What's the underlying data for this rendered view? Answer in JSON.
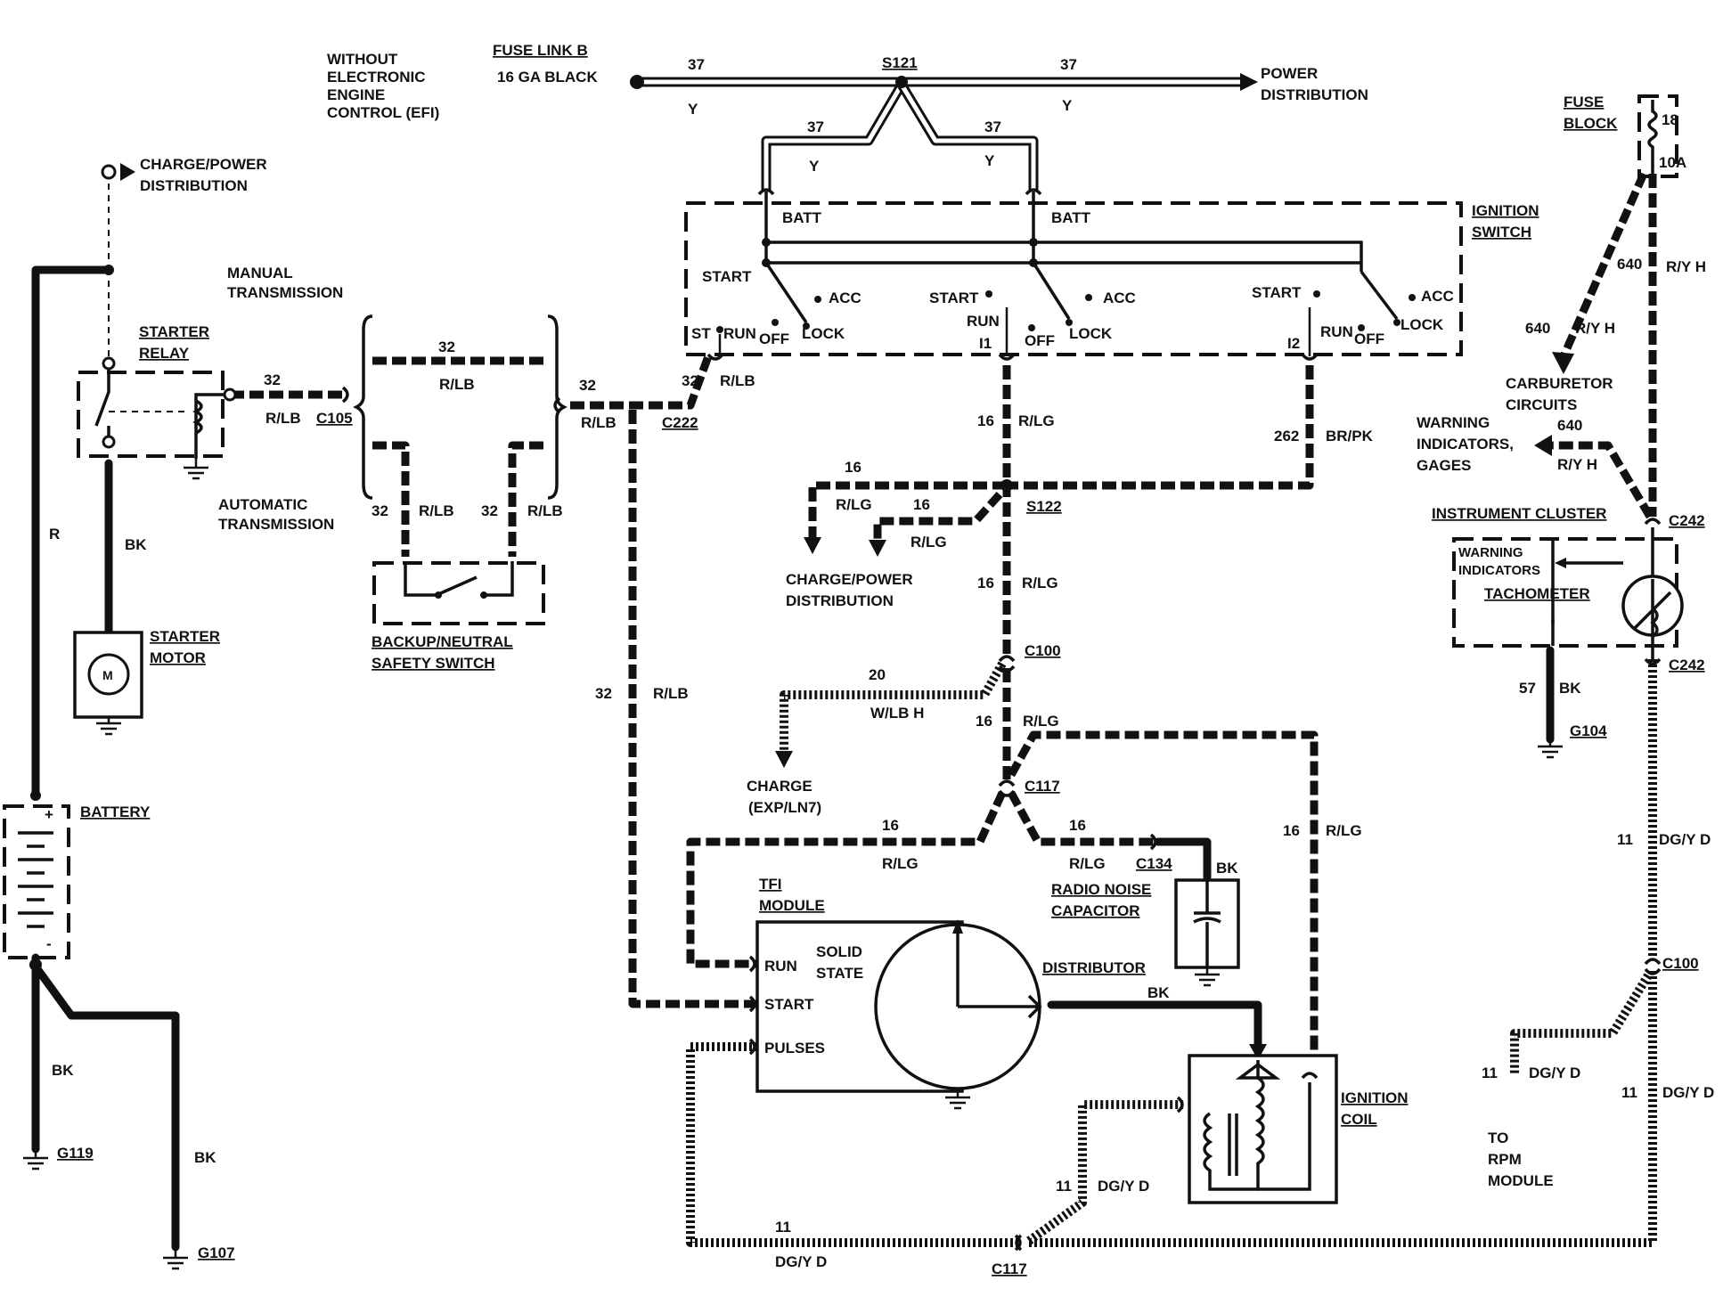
{
  "header": {
    "without_efi": [
      "WITHOUT",
      "ELECTRONIC",
      "ENGINE",
      "CONTROL (EFI)"
    ],
    "fuse_link": [
      "FUSE LINK B",
      "16 GA BLACK"
    ],
    "power_distribution": [
      "POWER",
      "DISTRIBUTION"
    ]
  },
  "components": {
    "charge_power_top": [
      "CHARGE/POWER",
      "DISTRIBUTION"
    ],
    "manual_transmission": [
      "MANUAL",
      "TRANSMISSION"
    ],
    "automatic_transmission": [
      "AUTOMATIC",
      "TRANSMISSION"
    ],
    "starter_relay": [
      "STARTER",
      "RELAY"
    ],
    "starter_motor": [
      "STARTER",
      "MOTOR"
    ],
    "motor_symbol": "M",
    "battery": "BATTERY",
    "battery_plus": "+",
    "battery_minus": "-",
    "backup_switch": [
      "BACKUP/NEUTRAL",
      "SAFETY SWITCH"
    ],
    "ignition_switch": [
      "IGNITION",
      "SWITCH"
    ],
    "fuse_block": [
      "FUSE",
      "BLOCK"
    ],
    "fuse_number": "18",
    "fuse_rating": "10A",
    "carburetor": [
      "CARBURETOR",
      "CIRCUITS"
    ],
    "warning_gages": [
      "WARNING",
      "INDICATORS,",
      "GAGES"
    ],
    "instrument_cluster": "INSTRUMENT CLUSTER",
    "warning_indicators": [
      "WARNING",
      "INDICATORS"
    ],
    "tachometer": "TACHOMETER",
    "charge_power_mid": [
      "CHARGE/POWER",
      "DISTRIBUTION"
    ],
    "charge_exp": [
      "CHARGE",
      "(EXP/LN7)"
    ],
    "tfi_module": [
      "TFI",
      "MODULE"
    ],
    "solid_state": [
      "SOLID",
      "STATE"
    ],
    "tfi_pins": [
      "RUN",
      "START",
      "PULSES"
    ],
    "distributor": "DISTRIBUTOR",
    "radio_noise_capacitor": [
      "RADIO NOISE",
      "CAPACITOR"
    ],
    "ignition_coil": [
      "IGNITION",
      "COIL"
    ],
    "to_rpm": [
      "TO",
      "RPM",
      "MODULE"
    ]
  },
  "ignition_switch_positions": {
    "batt": "BATT",
    "start": "START",
    "acc": "ACC",
    "run": "RUN",
    "off": "OFF",
    "lock": "LOCK",
    "st": "ST",
    "i1": "I1",
    "i2": "I2"
  },
  "connectors": [
    "S121",
    "C105",
    "C222",
    "S122",
    "C100",
    "C117",
    "C134",
    "C242",
    "G119",
    "G107",
    "G104"
  ],
  "wire_labels": {
    "c37": "37",
    "c32": "32",
    "c16": "16",
    "c20": "20",
    "c262": "262",
    "c640": "640",
    "c11": "11",
    "c57": "57",
    "y": "Y",
    "rlb": "R/LB",
    "rlg": "R/LG",
    "brpk": "BR/PK",
    "wlbh": "W/LB H",
    "ryh": "R/Y H",
    "dgyd": "DG/Y D",
    "bk": "BK",
    "r": "R"
  }
}
